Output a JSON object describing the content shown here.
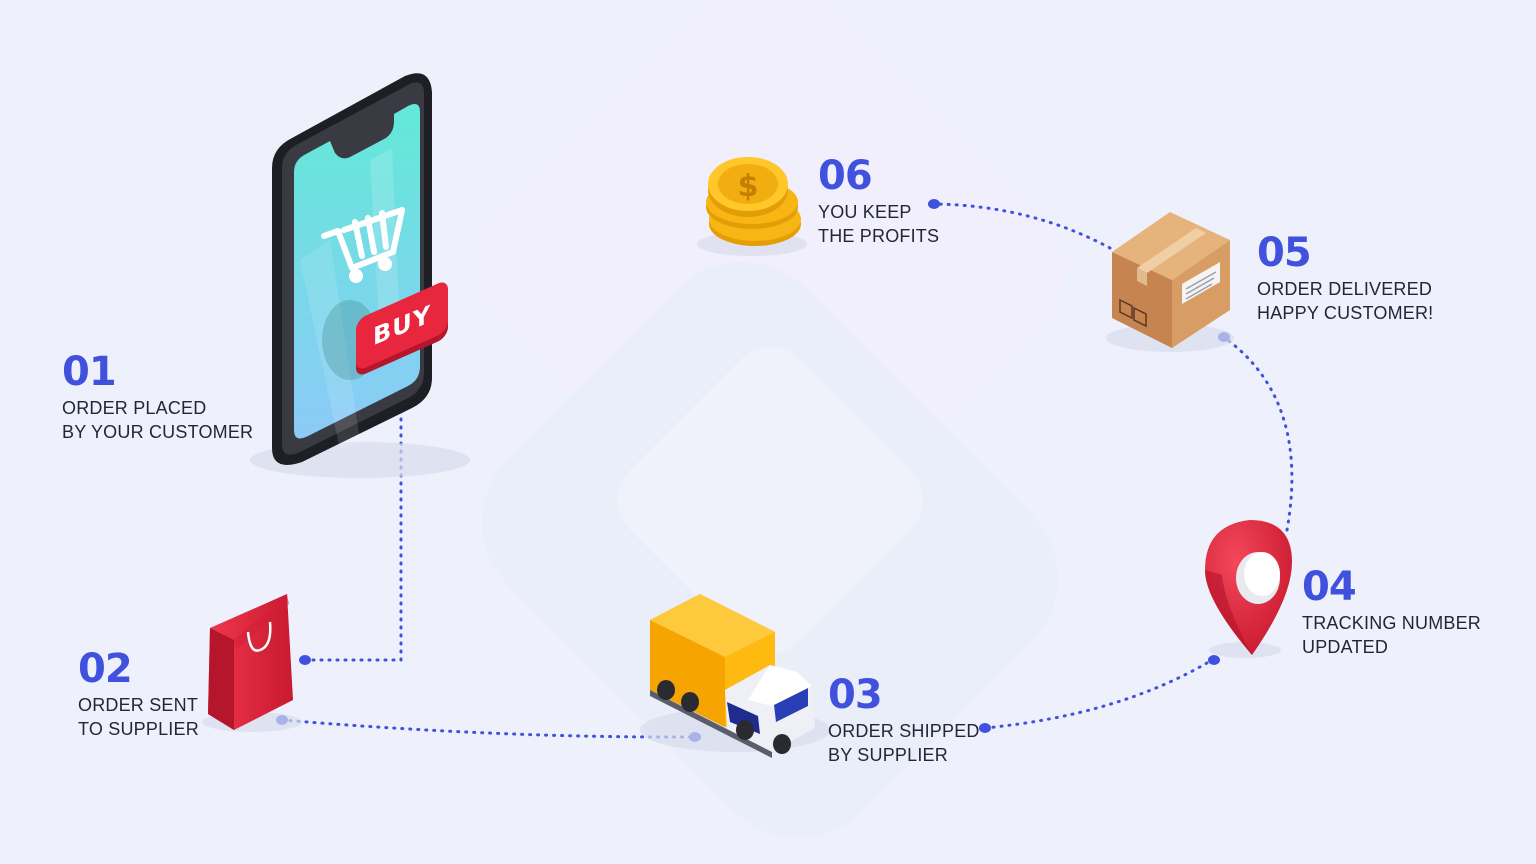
{
  "steps": [
    {
      "number": "01",
      "line1": "ORDER PLACED",
      "line2": "BY YOUR CUSTOMER"
    },
    {
      "number": "02",
      "line1": "ORDER SENT",
      "line2": "TO SUPPLIER"
    },
    {
      "number": "03",
      "line1": "ORDER SHIPPED",
      "line2": "BY SUPPLIER"
    },
    {
      "number": "04",
      "line1": "TRACKING NUMBER",
      "line2": "UPDATED"
    },
    {
      "number": "05",
      "line1": "ORDER DELIVERED",
      "line2": "HAPPY CUSTOMER!"
    },
    {
      "number": "06",
      "line1": "YOU KEEP",
      "line2": "THE PROFITS"
    }
  ],
  "phone": {
    "button_label": "BUY"
  },
  "colors": {
    "accent": "#3f51dd",
    "background": "#eef1fb",
    "buy_red": "#e8263d",
    "bag_red": "#e0223a",
    "pin_red": "#e3233c",
    "truck_yellow": "#ffb300",
    "coin_gold": "#f7b614",
    "box_brown": "#d39a64"
  },
  "icons": [
    "smartphone-icon",
    "cart-icon",
    "shopping-bag-icon",
    "delivery-truck-icon",
    "location-pin-icon",
    "cardboard-box-icon",
    "coin-stack-icon"
  ]
}
